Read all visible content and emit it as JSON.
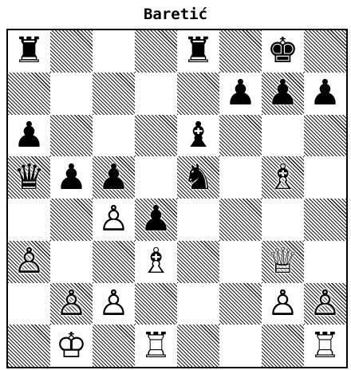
{
  "title": "Baretić",
  "board": {
    "rows": [
      [
        "bR",
        "",
        "",
        "",
        "bR",
        "",
        "bK",
        ""
      ],
      [
        "",
        "",
        "",
        "",
        "",
        "bP",
        "bP",
        "bP"
      ],
      [
        "bP",
        "",
        "",
        "",
        "bB",
        "",
        "",
        ""
      ],
      [
        "bQ",
        "bP",
        "bP",
        "",
        "bN",
        "",
        "wB",
        ""
      ],
      [
        "",
        "",
        "wP",
        "bP",
        "",
        "",
        "",
        ""
      ],
      [
        "wP",
        "",
        "",
        "wB",
        "",
        "",
        "wQ",
        ""
      ],
      [
        "",
        "wP",
        "wP",
        "",
        "",
        "",
        "wP",
        "wP"
      ],
      [
        "",
        "wK",
        "",
        "wR",
        "",
        "",
        "",
        "wR"
      ]
    ]
  },
  "glyphs": {
    "bK": "♚",
    "bQ": "♛",
    "bR": "♜",
    "bB": "♝",
    "bN": "♞",
    "bP": "♟",
    "wK": "♔",
    "wQ": "♕",
    "wR": "♖",
    "wB": "♗",
    "wN": "♘",
    "wP": "♙"
  },
  "pieceNames": {
    "K": "king",
    "Q": "queen",
    "R": "rook",
    "B": "bishop",
    "N": "knight",
    "P": "pawn"
  }
}
